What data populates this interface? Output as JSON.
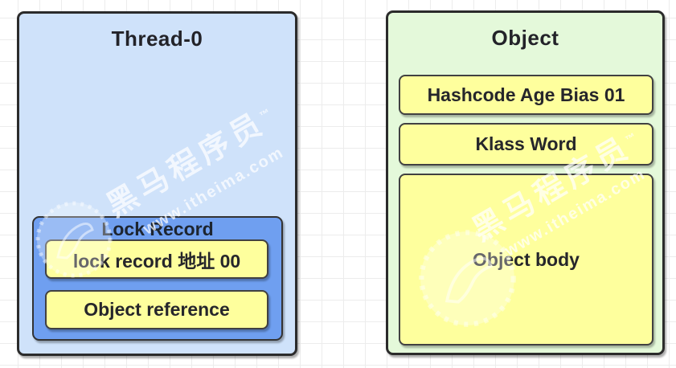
{
  "diagram": {
    "thread_box": {
      "title": "Thread-0",
      "fill": "#cfe2fa",
      "lock_record": {
        "title": "Lock Record",
        "fill": "#6f9ff0",
        "slots": [
          {
            "label": "lock record 地址 00"
          },
          {
            "label": "Object reference"
          }
        ]
      }
    },
    "object_box": {
      "title": "Object",
      "fill": "#e4f9da",
      "slots": [
        {
          "label": "Hashcode Age Bias 01"
        },
        {
          "label": "Klass Word"
        },
        {
          "label": "Object body"
        }
      ]
    },
    "slot_fill": "#feff9d",
    "border_color": "#2b2b2b",
    "text_color": "#26262b",
    "grid_color": "#ececec"
  },
  "watermark": {
    "brand": "黑马程序员",
    "trademark": "™",
    "url": "www.itheima.com",
    "logo": "itheima-horse-logo"
  }
}
